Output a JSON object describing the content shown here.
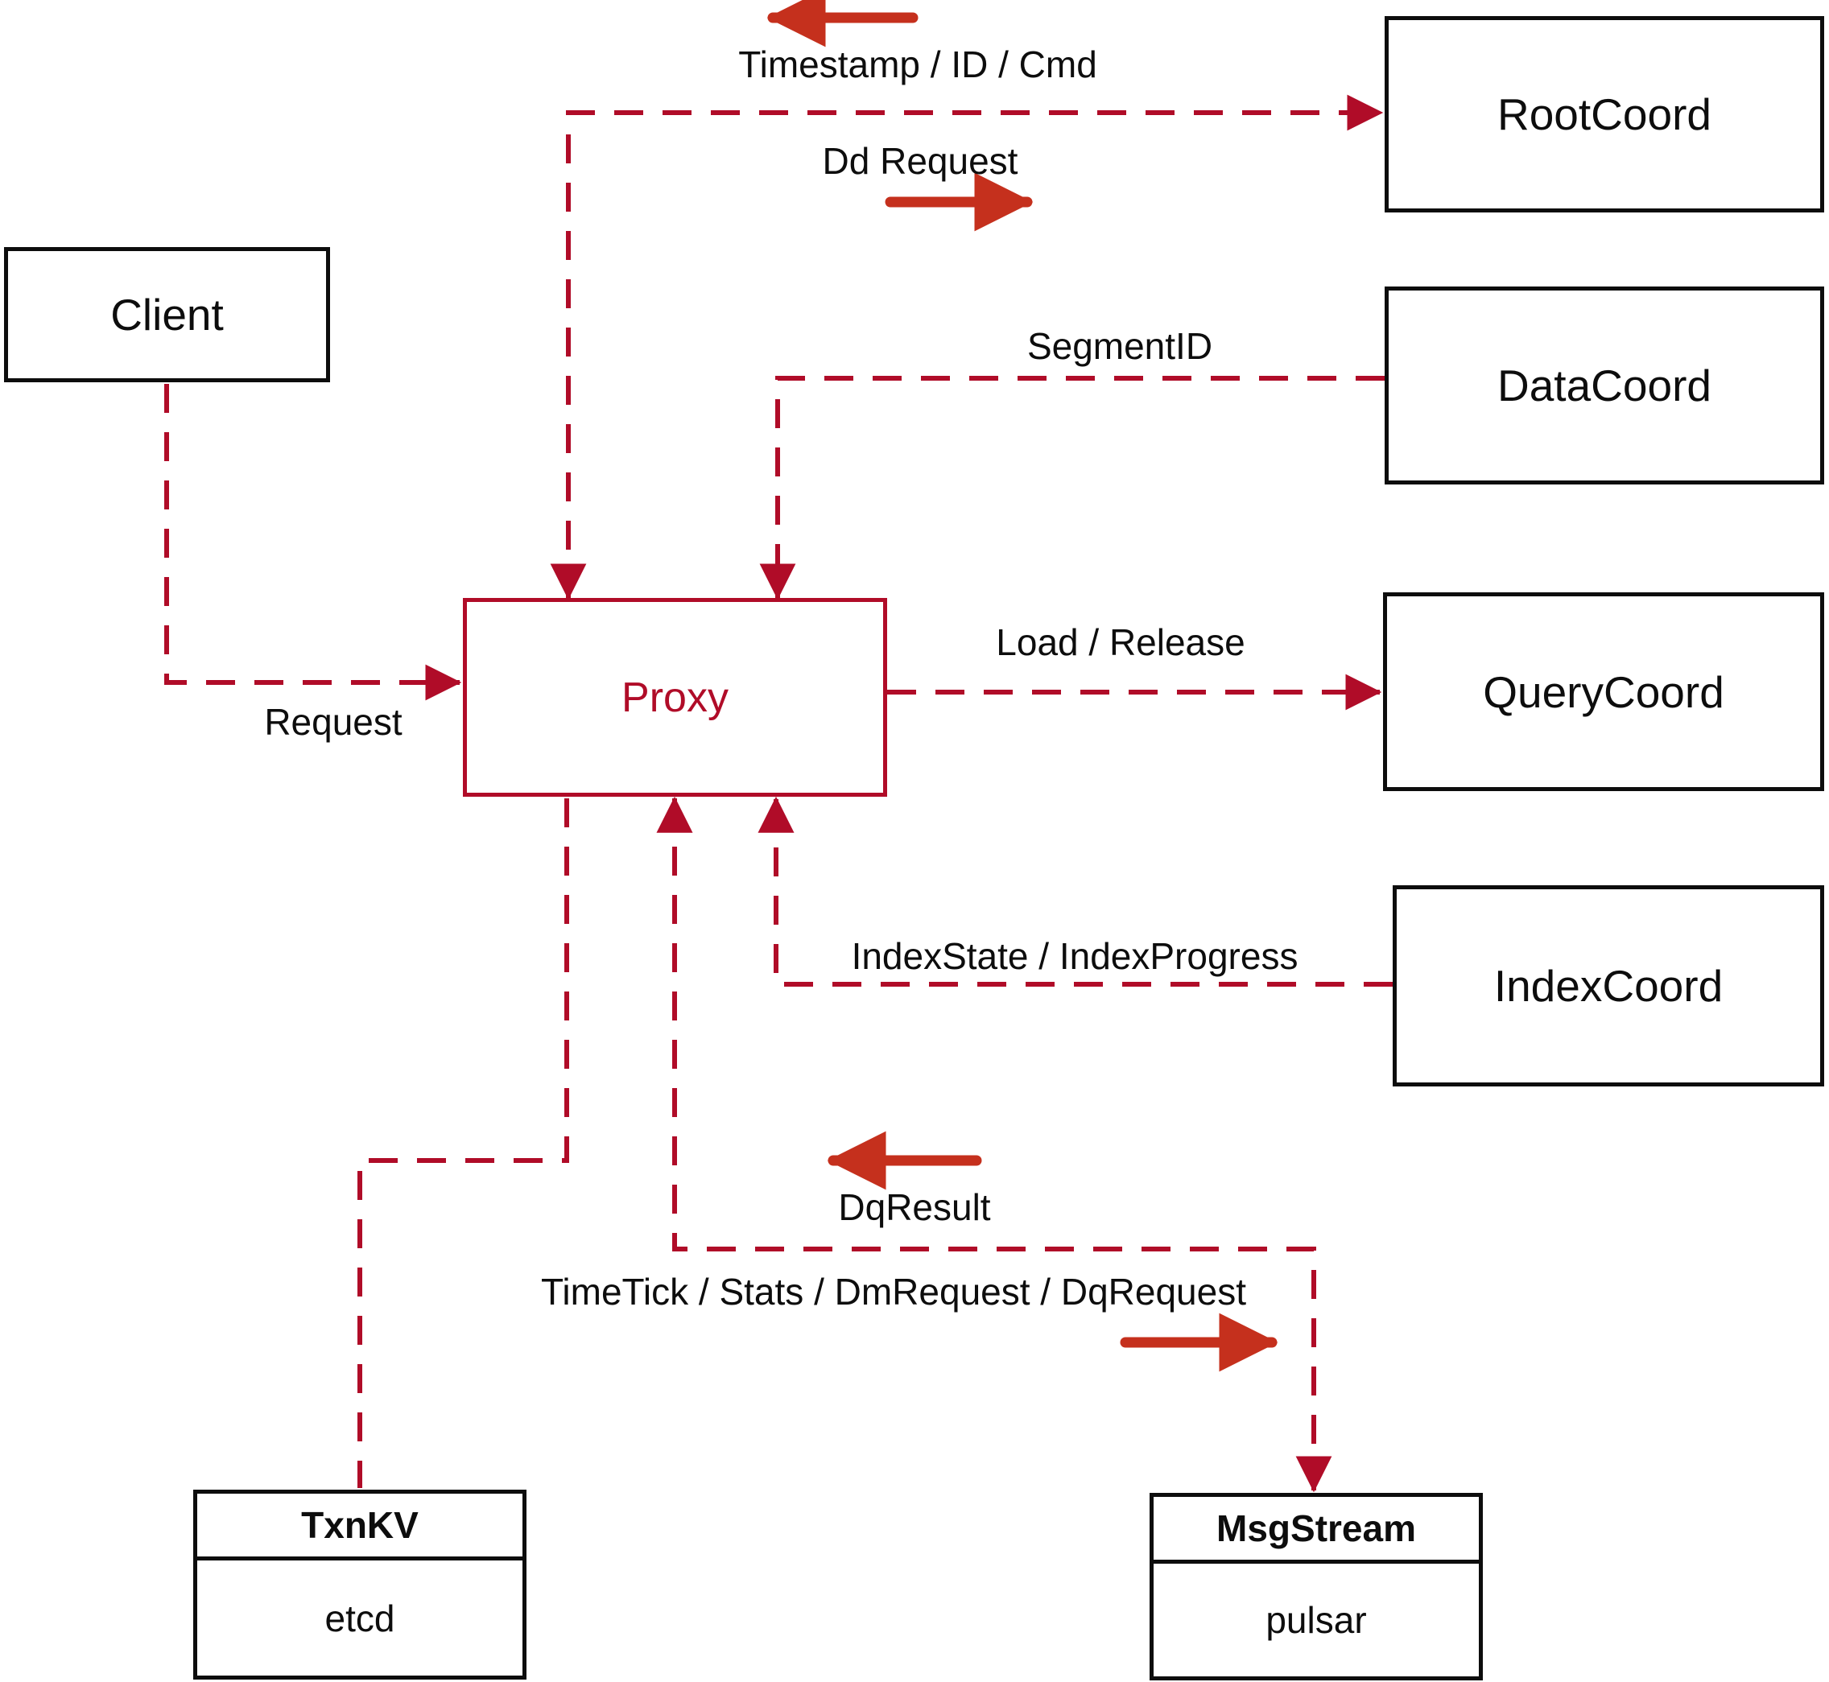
{
  "diagram": {
    "nodes": {
      "client": {
        "label": "Client"
      },
      "proxy": {
        "label": "Proxy"
      },
      "root_coord": {
        "label": "RootCoord"
      },
      "data_coord": {
        "label": "DataCoord"
      },
      "query_coord": {
        "label": "QueryCoord"
      },
      "index_coord": {
        "label": "IndexCoord"
      },
      "txn_kv": {
        "title": "TxnKV",
        "impl": "etcd"
      },
      "msg_stream": {
        "title": "MsgStream",
        "impl": "pulsar"
      }
    },
    "edge_labels": {
      "timestamp_id_cmd": "Timestamp / ID / Cmd",
      "dd_request": "Dd Request",
      "segment_id": "SegmentID",
      "load_release": "Load / Release",
      "index_state": "IndexState / IndexProgress",
      "request": "Request",
      "dq_result": "DqResult",
      "timetick": "TimeTick / Stats / DmRequest / DqRequest"
    },
    "colors": {
      "dashed_line": "#b00c28",
      "solid_arrow": "#c5301d",
      "box_border": "#0d0d0d",
      "text": "#0d0d0d",
      "background": "#ffffff"
    }
  }
}
